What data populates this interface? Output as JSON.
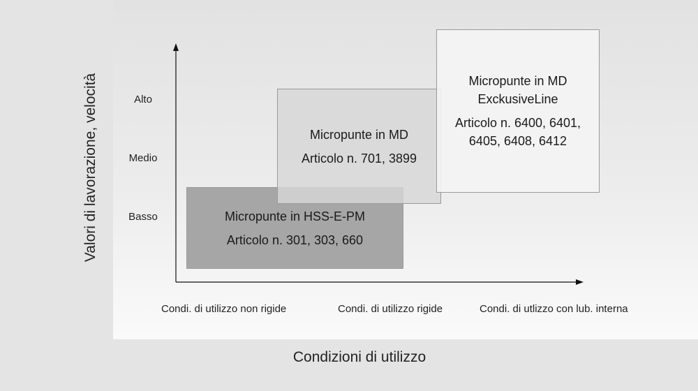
{
  "axes": {
    "y_title": "Valori di lavorazione, velocità",
    "x_title": "Condizioni di utilizzo",
    "y_ticks": [
      "Alto",
      "Medio",
      "Basso"
    ],
    "x_ticks": [
      "Condi. di utilizzo non rigide",
      "Condi. di utilizzo rigide",
      "Condi. di utlizzo con lub. interna"
    ]
  },
  "boxes": {
    "hss": {
      "title": "Micropunte in HSS-E-PM",
      "articles": "Articolo n. 301, 303, 660"
    },
    "md": {
      "title": "Micropunte in MD",
      "articles": "Articolo n. 701, 3899"
    },
    "exclusive": {
      "title_line1": "Micropunte in MD",
      "title_line2": "ExckusiveLine",
      "articles_line1": "Articolo n. 6400, 6401,",
      "articles_line2": "6405, 6408, 6412"
    }
  },
  "colors": {
    "background": "#e4e4e4",
    "hss_fill": "#a6a6a6",
    "md_fill": "#d7d7d7",
    "exclusive_fill": "#f4f4f4",
    "axis": "#111111"
  }
}
